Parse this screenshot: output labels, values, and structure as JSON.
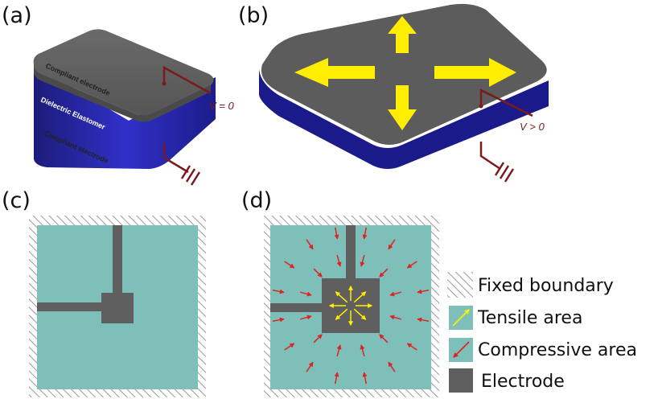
{
  "panels": {
    "a": {
      "label": "(a)",
      "top_electrode": "Compliant electrode",
      "dielectric": "Dielectric Elastomer",
      "bottom_electrode": "Compliant electrode",
      "voltage": "V = 0"
    },
    "b": {
      "label": "(b)",
      "voltage": "V > 0"
    },
    "c": {
      "label": "(c)"
    },
    "d": {
      "label": "(d)"
    }
  },
  "legend": {
    "fixed": "Fixed boundary",
    "tensile": "Tensile area",
    "compressive": "Compressive area",
    "electrode": "Electrode"
  },
  "colors": {
    "electrode_gray": "#5f5f5f",
    "dielectric_blue": "#1a1a8a",
    "area_teal": "#7fbfb9",
    "expand_arrow": "#ffee00",
    "compress_arrow": "#dd2222",
    "wire": "#7a1a1a"
  }
}
